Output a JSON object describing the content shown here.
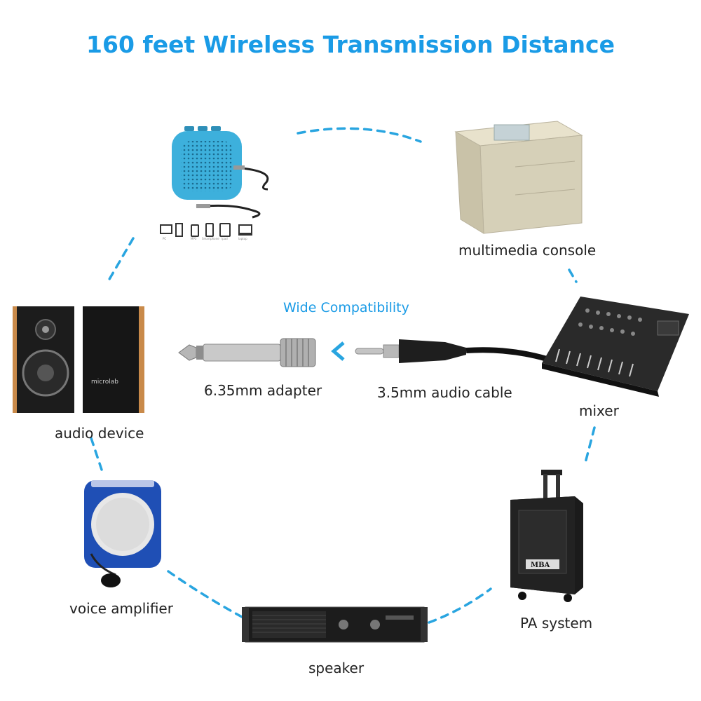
{
  "title": "160 feet Wireless Transmission Distance",
  "center": {
    "subtitle": "Wide Compatibility",
    "adapter_label": "6.35mm adapter",
    "cable_label": "3.5mm audio cable"
  },
  "devices": {
    "multimedia_console": "multimedia console",
    "audio_device": "audio device",
    "mixer": "mixer",
    "voice_amplifier": "voice amplifier",
    "pa_system": "PA system",
    "speaker": "speaker"
  },
  "brand_marks": {
    "speaker_brand": "microlab",
    "pa_brand": "MBA"
  },
  "compat_icons": [
    "PC",
    "MP3",
    "Smartphone",
    "Ipad",
    "laptop"
  ],
  "colors": {
    "accent": "#1a9be6",
    "text": "#222222"
  }
}
